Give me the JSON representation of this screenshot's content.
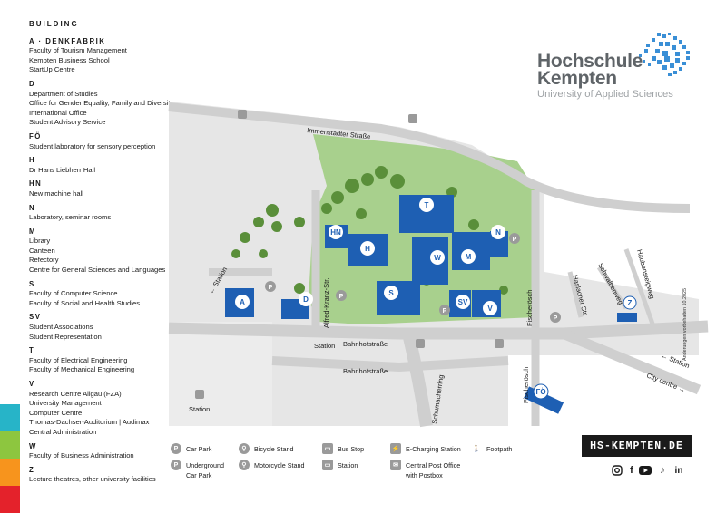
{
  "legend": {
    "title": "BUILDING",
    "groups": [
      {
        "code": "A · DENKFABRIK",
        "lines": [
          "Faculty of Tourism Management",
          "Kempten Business School",
          "StartUp Centre"
        ]
      },
      {
        "code": "D",
        "lines": [
          "Department of Studies",
          "Office for Gender Equality, Family and Diversity",
          "International Office",
          "Student Advisory Service"
        ]
      },
      {
        "code": "FÖ",
        "lines": [
          "Student laboratory for sensory perception"
        ]
      },
      {
        "code": "H",
        "lines": [
          "Dr Hans Liebherr Hall"
        ]
      },
      {
        "code": "HN",
        "lines": [
          "New machine hall"
        ]
      },
      {
        "code": "N",
        "lines": [
          "Laboratory, seminar rooms"
        ]
      },
      {
        "code": "M",
        "lines": [
          "Library",
          "Canteen",
          "Refectory",
          "Centre for General Sciences and Languages"
        ]
      },
      {
        "code": "S",
        "lines": [
          "Faculty of Computer Science",
          "Faculty of Social and Health Studies"
        ]
      },
      {
        "code": "SV",
        "lines": [
          "Student Associations",
          "Student Representation"
        ]
      },
      {
        "code": "T",
        "lines": [
          "Faculty of Electrical Engineering",
          "Faculty of Mechanical Engineering"
        ]
      },
      {
        "code": "V",
        "lines": [
          "Research Centre Allgäu (FZA)",
          "University Management",
          "Computer Centre",
          "Thomas-Dachser-Auditorium | Audimax",
          "Central Administration"
        ]
      },
      {
        "code": "W",
        "lines": [
          "Faculty of Business Administration"
        ]
      },
      {
        "code": "Z",
        "lines": [
          "Lecture theatres, other university facilities"
        ]
      }
    ]
  },
  "strip_colors": [
    "#27b4c8",
    "#8dc63f",
    "#f7941d",
    "#e4222b"
  ],
  "logo": {
    "line1": "Hochschule",
    "line2": "Kempten",
    "sub": "University of Applied Sciences",
    "color": "#5f6468",
    "accent": "#3a8fd6"
  },
  "map": {
    "building_color": "#1e5fb3",
    "green_color": "#a8d08d",
    "road_color": "#cfcfcf",
    "streets": {
      "immenstaedter": "Immenstädter Straße",
      "alfred_kranz": "Alfred-Kranz-Str.",
      "bahnhof_1": "Bahnhofstraße",
      "bahnhof_2": "Bahnhofstraße",
      "schumacherring": "Schumacherring",
      "fischersteig_1": "Fischerösch",
      "fischersteig_2": "Fischerösch",
      "haslacher": "Haslacher Str.",
      "schwalbenweg": "Schwalbenweg",
      "haubensteigweg": "Haubensteigweg"
    },
    "labels": {
      "station_top": "Station",
      "station_arrow_left": "← Station",
      "station_bottom": "Station",
      "station_right": "← Station",
      "city_centre": "City centre →"
    },
    "buildings": [
      "A",
      "D",
      "H",
      "HN",
      "T",
      "W",
      "M",
      "N",
      "S",
      "SV",
      "V",
      "Z",
      "FÖ"
    ]
  },
  "keys": [
    {
      "icon": "P",
      "icon_name": "car-park-icon",
      "label": "Car Park"
    },
    {
      "icon": "P",
      "icon_name": "underground-car-park-icon",
      "label": "Underground\nCar Park"
    },
    {
      "icon": "⚲",
      "icon_name": "bicycle-stand-icon",
      "label": "Bicycle Stand"
    },
    {
      "icon": "⚲",
      "icon_name": "motorcycle-stand-icon",
      "label": "Motorcycle Stand"
    },
    {
      "icon": "▭",
      "icon_name": "bus-stop-icon",
      "label": "Bus Stop"
    },
    {
      "icon": "▭",
      "icon_name": "station-icon",
      "label": "Station"
    },
    {
      "icon": "⚡",
      "icon_name": "e-charging-station-icon",
      "label": "E-Charging Station"
    },
    {
      "icon": "✉",
      "icon_name": "post-office-icon",
      "label": "Central Post Office\nwith Postbox"
    },
    {
      "icon": "🚶",
      "icon_name": "footpath-icon",
      "label": "Footpath"
    }
  ],
  "url": "HS-KEMPTEN.DE",
  "social": [
    "instagram-icon",
    "facebook-icon",
    "youtube-icon",
    "tiktok-icon",
    "linkedin-icon"
  ],
  "note": "Änderungen vorbehalten 10.2025"
}
